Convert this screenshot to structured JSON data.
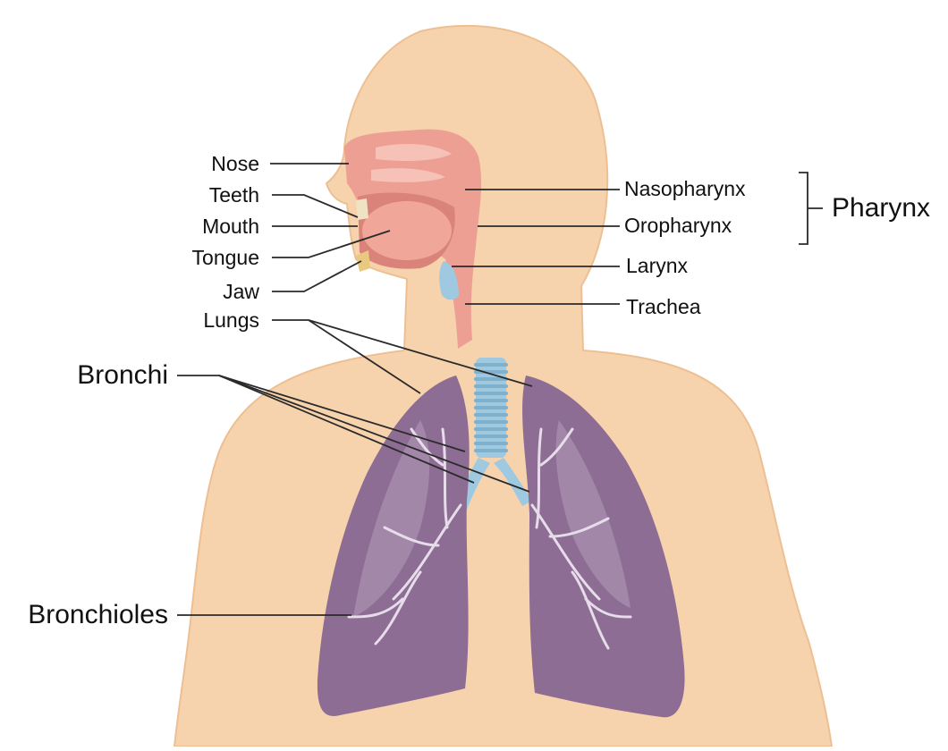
{
  "colors": {
    "skin": "#f6d3ad",
    "skin_edge": "#edbf92",
    "tract": "#ec9f92",
    "tract_light": "#f6c1b6",
    "tongue": "#f0a79a",
    "trachea": "#9ec9e0",
    "trachea_ring": "#7fb0cc",
    "lung": "#8d6d94",
    "lung_light": "#b49cb9",
    "bronchiole": "#e6dcea",
    "leader": "#2a2a2a",
    "text": "#111111"
  },
  "labels": {
    "nose": "Nose",
    "teeth": "Teeth",
    "mouth": "Mouth",
    "tongue": "Tongue",
    "jaw": "Jaw",
    "lungs": "Lungs",
    "bronchi": "Bronchi",
    "bronchioles": "Bronchioles",
    "nasopharynx": "Nasopharynx",
    "oropharynx": "Oropharynx",
    "pharynx": "Pharynx",
    "larynx": "Larynx",
    "trachea": "Trachea"
  }
}
